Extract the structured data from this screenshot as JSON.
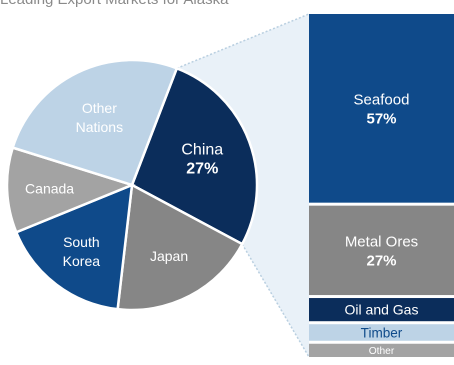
{
  "header": {
    "cropped_title": "Leading Export Markets for Alaska"
  },
  "colors": {
    "china": "#0b2d5b",
    "japan": "#868686",
    "south_korea": "#0f4a8a",
    "canada": "#a3a3a3",
    "other_nations": "#bdd3e6",
    "seafood": "#0f4a8a",
    "metal_ores": "#868686",
    "oil_and_gas": "#0b2d5b",
    "timber": "#bdd3e6",
    "other": "#a3a3a3",
    "connector": "#b9cfe0"
  },
  "chart_data": [
    {
      "type": "pie",
      "slices": [
        {
          "label": "China",
          "value_text": "27%",
          "value": 27
        },
        {
          "label": "Japan",
          "value": 19
        },
        {
          "label": "South Korea",
          "value": 17
        },
        {
          "label": "Canada",
          "value": 11
        },
        {
          "label": "Other Nations",
          "value": 26
        }
      ]
    },
    {
      "type": "bar",
      "stacked": true,
      "segments": [
        {
          "label": "Seafood",
          "value_text": "57%",
          "value": 57
        },
        {
          "label": "Metal Ores",
          "value_text": "27%",
          "value": 27
        },
        {
          "label": "Oil and Gas",
          "value": 7
        },
        {
          "label": "Timber",
          "value": 5
        },
        {
          "label": "Other",
          "value": 4
        }
      ]
    }
  ]
}
